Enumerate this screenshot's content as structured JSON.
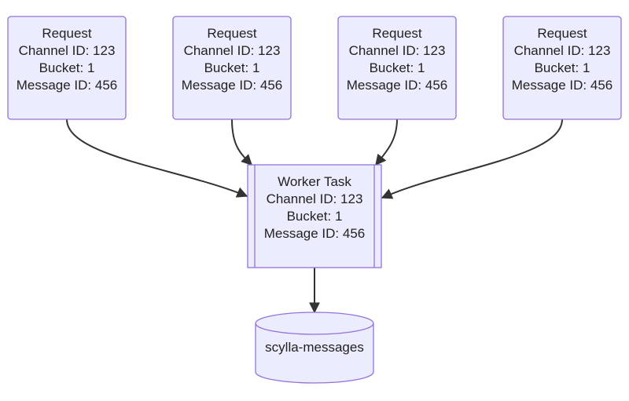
{
  "diagram": {
    "requests": [
      {
        "lines": [
          "Request",
          "Channel ID: 123",
          "Bucket: 1",
          "Message ID: 456"
        ]
      },
      {
        "lines": [
          "Request",
          "Channel ID: 123",
          "Bucket: 1",
          "Message ID: 456"
        ]
      },
      {
        "lines": [
          "Request",
          "Channel ID: 123",
          "Bucket: 1",
          "Message ID: 456"
        ]
      },
      {
        "lines": [
          "Request",
          "Channel ID: 123",
          "Bucket: 1",
          "Message ID: 456"
        ]
      }
    ],
    "worker": {
      "lines": [
        "Worker Task",
        "Channel ID: 123",
        "Bucket: 1",
        "Message ID: 456"
      ]
    },
    "database": {
      "label": "scylla-messages"
    },
    "colors": {
      "node_fill": "#ECECFF",
      "node_stroke": "#9370DB",
      "edge": "#333333",
      "text": "#222222"
    }
  }
}
